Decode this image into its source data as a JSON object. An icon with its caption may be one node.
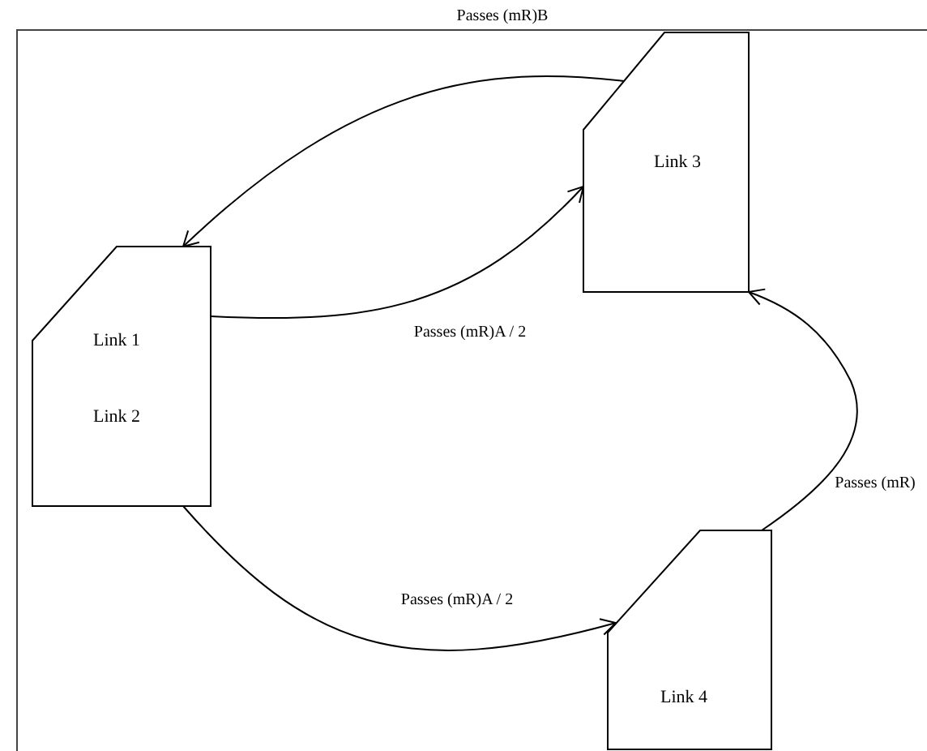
{
  "diagram": {
    "nodes": [
      {
        "text": [
          "Link 1",
          "Link 2"
        ]
      },
      {
        "text": [
          "Link 3"
        ]
      },
      {
        "text": [
          "Link 4"
        ]
      }
    ],
    "edges": [
      {
        "from": 1,
        "to": 0,
        "arrow": "to",
        "label": "Passes (mR)B"
      },
      {
        "from": 0,
        "to": 1,
        "arrow": "to",
        "label": "Passes (mR)A / 2"
      },
      {
        "from": 0,
        "to": 2,
        "arrow": "to",
        "label": "Passes (mR)A / 2"
      },
      {
        "from": 2,
        "to": 1,
        "arrow": "to",
        "label": "Passes (mR)"
      }
    ]
  }
}
